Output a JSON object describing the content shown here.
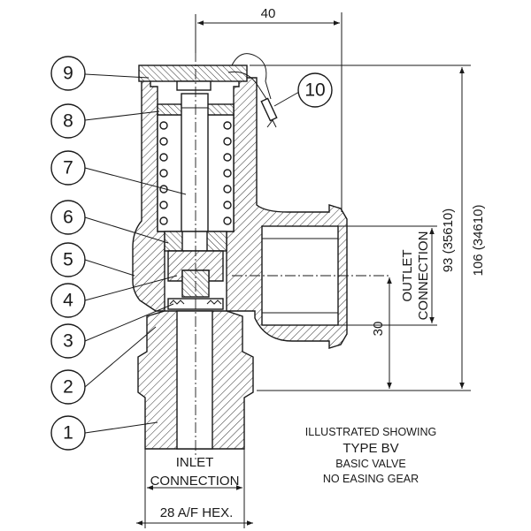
{
  "callouts": [
    "1",
    "2",
    "3",
    "4",
    "5",
    "6",
    "7",
    "8",
    "9",
    "10"
  ],
  "dimensions": {
    "width_top": "40",
    "height_outer": "106 (34610)",
    "height_inner": "93 (35610)",
    "outlet_offset": "30",
    "hex": "28 A/F HEX."
  },
  "labels": {
    "outlet_line1": "OUTLET",
    "outlet_line2": "CONNECTION",
    "inlet_line1": "INLET",
    "inlet_line2": "CONNECTION"
  },
  "note": {
    "line1": "ILLUSTRATED SHOWING",
    "line2": "TYPE BV",
    "line3": "BASIC VALVE",
    "line4": "NO EASING GEAR"
  }
}
